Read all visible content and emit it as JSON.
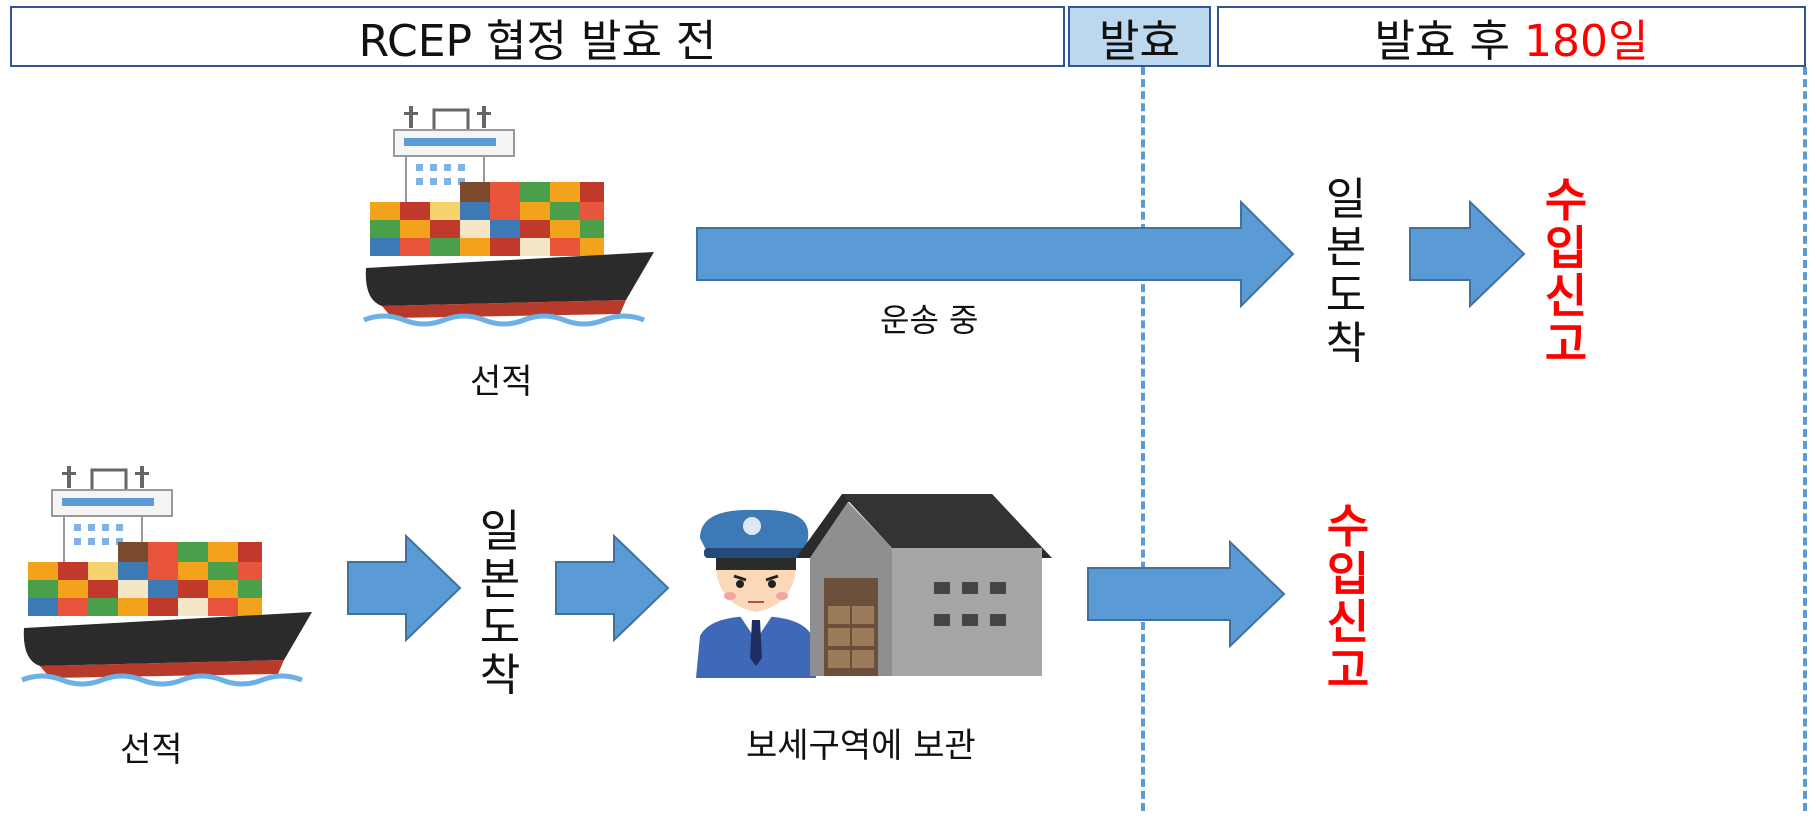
{
  "header": {
    "before": "RCEP 협정 발효 전",
    "effective": "발효",
    "after_prefix": "발효 후 ",
    "after_days": "180일"
  },
  "row1": {
    "loading": "선적",
    "in_transit": "운송 중",
    "arrival_chars": [
      "일",
      "본",
      "도",
      "착"
    ],
    "import_chars": [
      "수",
      "입",
      "신",
      "고"
    ]
  },
  "row2": {
    "loading": "선적",
    "arrival_chars": [
      "일",
      "본",
      "도",
      "착"
    ],
    "storage": "보세구역에 보관",
    "import_chars": [
      "수",
      "입",
      "신",
      "고"
    ]
  },
  "colors": {
    "header_border": "#2f5597",
    "effective_fill": "#bdd7ee",
    "arrow": "#5b9bd5",
    "highlight": "#ff0000"
  },
  "icons": [
    "container-ship-icon",
    "customs-officer-icon",
    "bonded-warehouse-icon"
  ]
}
